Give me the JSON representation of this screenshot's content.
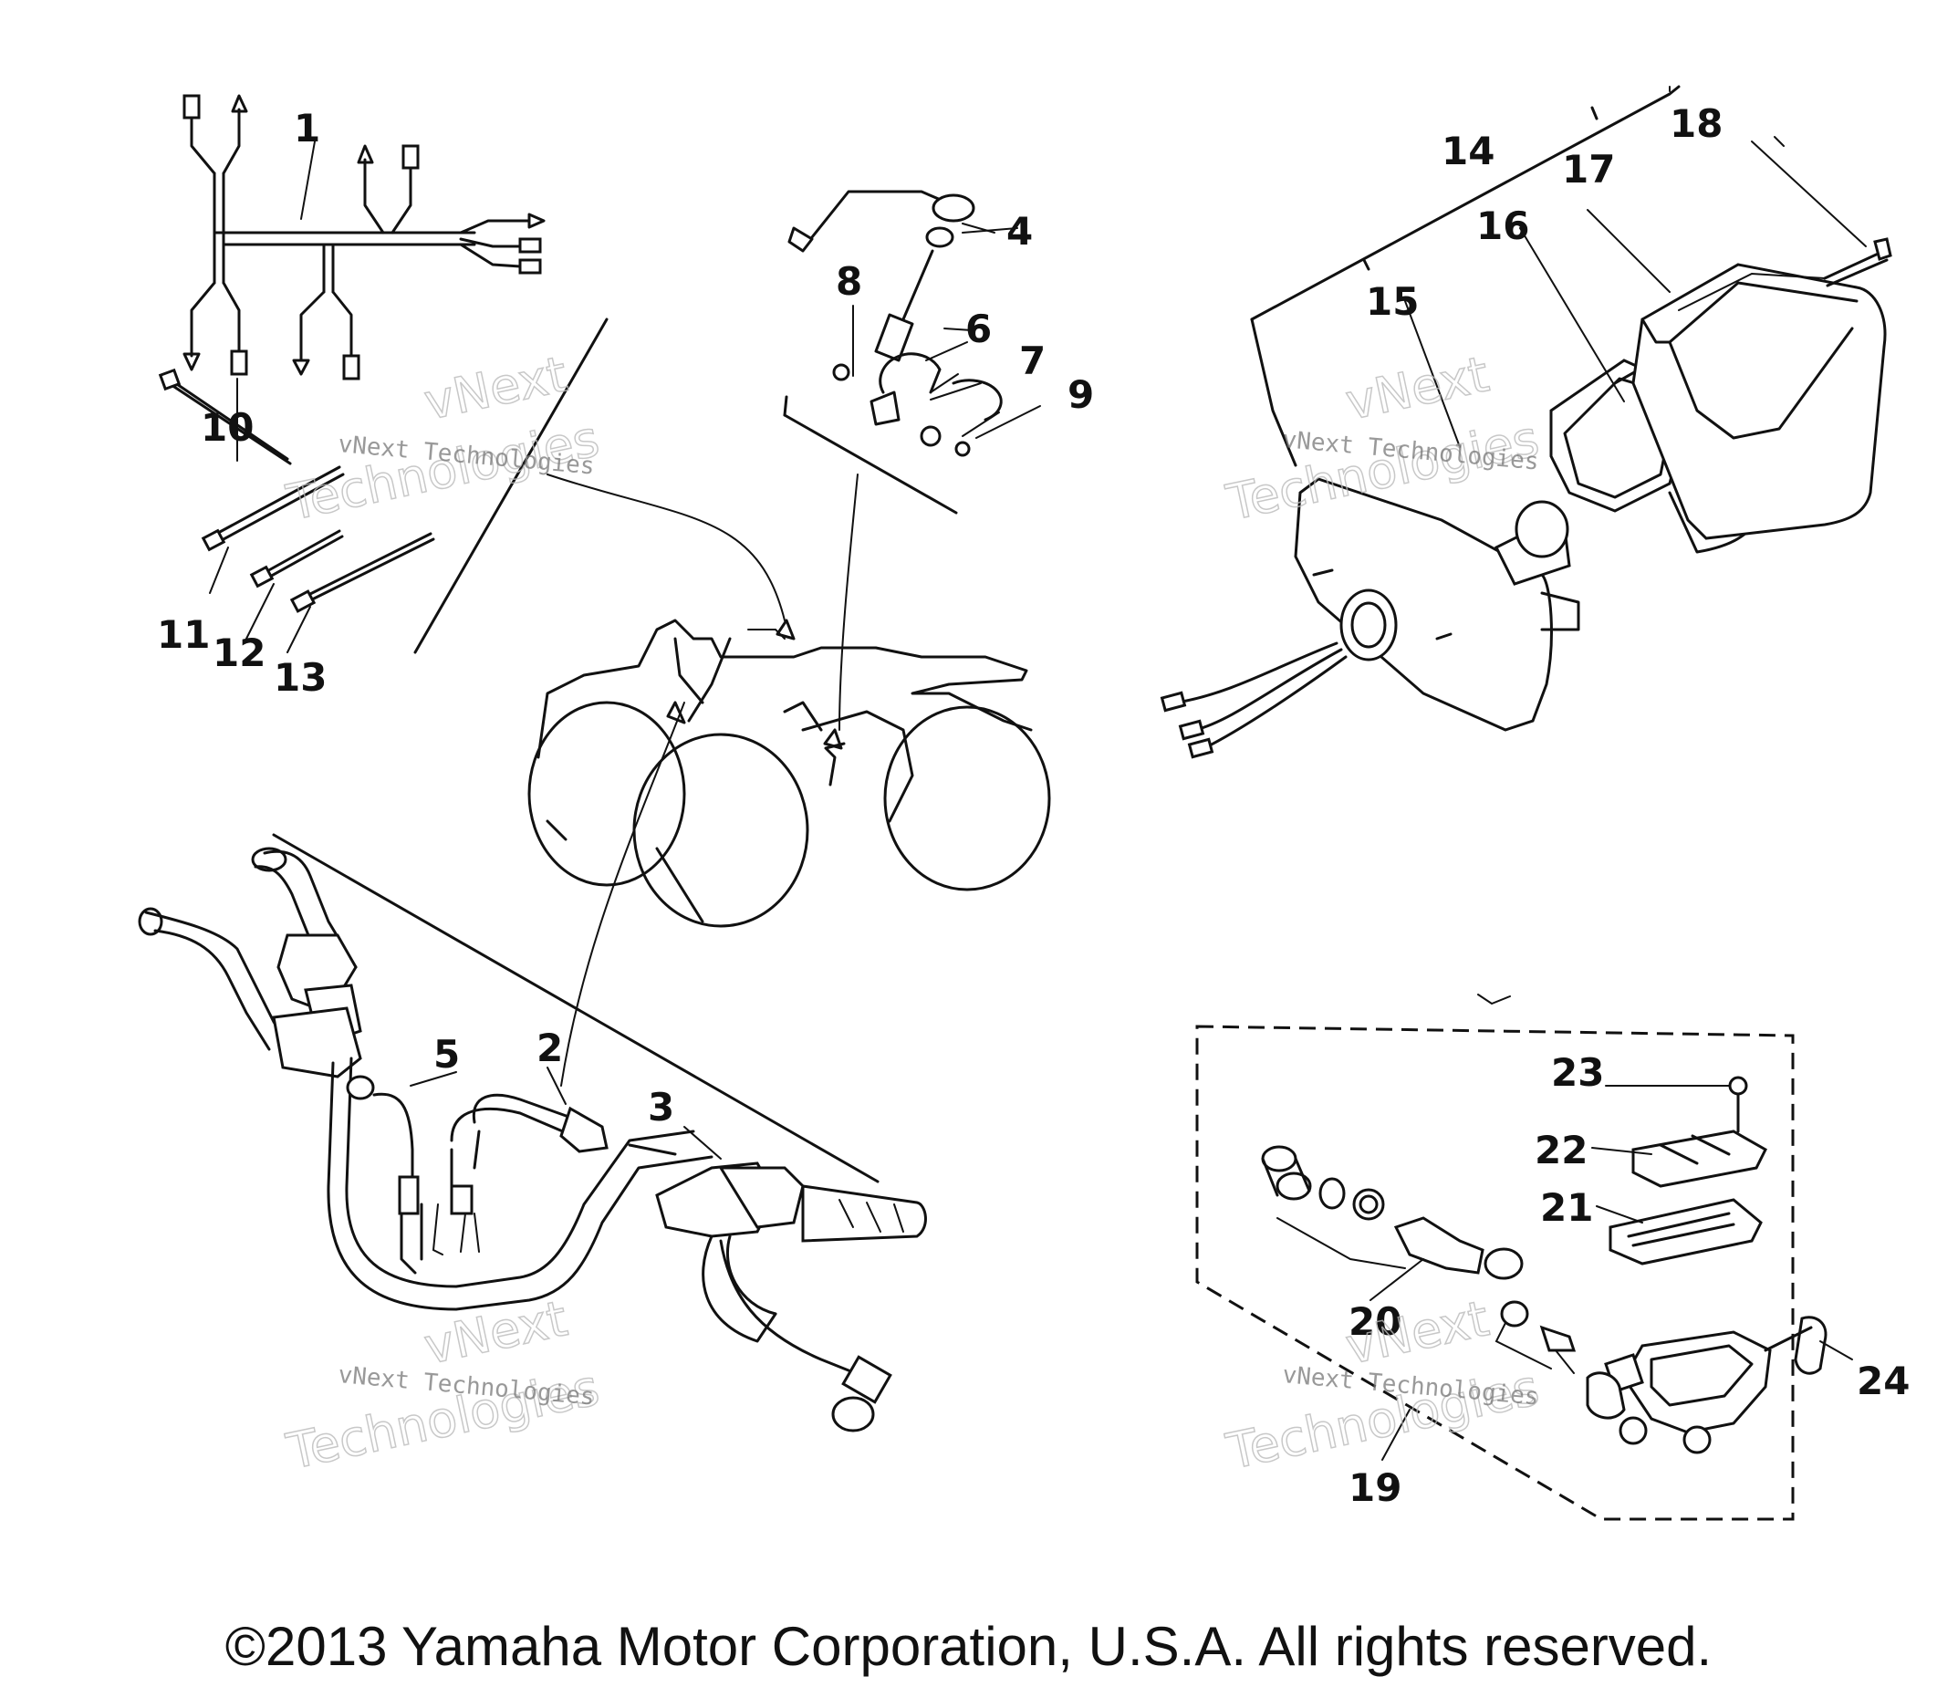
{
  "parts": [
    {
      "num": "1"
    },
    {
      "num": "2"
    },
    {
      "num": "3"
    },
    {
      "num": "4"
    },
    {
      "num": "5"
    },
    {
      "num": "6"
    },
    {
      "num": "7"
    },
    {
      "num": "8"
    },
    {
      "num": "9"
    },
    {
      "num": "10"
    },
    {
      "num": "11"
    },
    {
      "num": "12"
    },
    {
      "num": "13"
    },
    {
      "num": "14"
    },
    {
      "num": "15"
    },
    {
      "num": "16"
    },
    {
      "num": "17"
    },
    {
      "num": "18"
    },
    {
      "num": "19"
    },
    {
      "num": "20"
    },
    {
      "num": "21"
    },
    {
      "num": "22"
    },
    {
      "num": "23"
    },
    {
      "num": "24"
    }
  ],
  "watermark": {
    "company": "vNext Technologies",
    "line1": "vNext",
    "line2": "Technologies"
  },
  "footer": {
    "copyright": "©2013 Yamaha Motor Corporation, U.S.A. All rights reserved."
  }
}
